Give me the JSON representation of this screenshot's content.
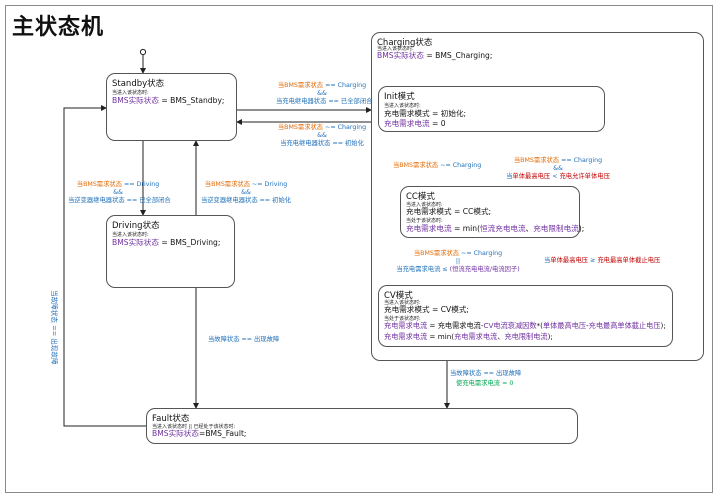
{
  "title": "主状态机",
  "states": {
    "standby": {
      "name": "Standby状态",
      "entry": "当进入该状态时:",
      "action_var": "BMS实际状态",
      "action_val": " = BMS_Standby;"
    },
    "charging": {
      "name": "Charging状态",
      "entry": "当进入该状态时:",
      "action_var": "BMS实际状态",
      "action_val": " = BMS_Charging;"
    },
    "init": {
      "name": "Init模式",
      "entry": "当进入该状态时:",
      "line1": "充电需求模式 = 初始化;",
      "line2_var": "充电需求电流",
      "line2_val": " = 0"
    },
    "cc": {
      "name": "CC模式",
      "entry": "当进入该状态时:",
      "line1": "充电需求模式 = CC模式;",
      "during": "当处于该状态时:",
      "line2_a": "充电需求电流",
      "line2_b": " = min(",
      "line2_c": "恒流充电电流",
      "line2_d": "、",
      "line2_e": "充电限制电流",
      "line2_f": ");"
    },
    "cv": {
      "name": "CV模式",
      "entry": "当进入该状态时:",
      "line1": "充电需求模式 = CV模式;",
      "during": "当处于该状态时:",
      "line2_a": "充电需求电流",
      "line2_b": " = 充电需求电流-",
      "line2_c": "CV电流衰减因数",
      "line2_d": "*(",
      "line2_e": "单体最高电压",
      "line2_f": "-",
      "line2_g": "充电最高单体截止电压",
      "line2_h": ");",
      "line3_a": "充电需求电流",
      "line3_b": " = min(",
      "line3_c": "充电需求电流",
      "line3_d": "、",
      "line3_e": "充电限制电流",
      "line3_f": ");"
    },
    "driving": {
      "name": "Driving状态",
      "entry": "当进入该状态时:",
      "action_var": "BMS实际状态",
      "action_val": " = BMS_Driving;"
    },
    "fault": {
      "name": "Fault状态",
      "entry": "当进入该状态时 || 已经处于该状态时:",
      "action_var": "BMS实际状态",
      "action_val": "=BMS_Fault;"
    }
  },
  "transitions": {
    "standby_to_charging": {
      "l1_a": "当BMS需求状态",
      "l1_b": " == Charging",
      "l2": "&&",
      "l3": "当充电继电器状态 == 已全部闭合"
    },
    "charging_to_standby": {
      "l1_a": "当BMS需求状态",
      "l1_b": " ~= Charging",
      "l2": "&&",
      "l3": "当充电继电器状态 == 初始化"
    },
    "standby_to_driving": {
      "l1_a": "当BMS需求状态",
      "l1_b": " == Driving",
      "l2": "&&",
      "l3": "当逆变器继电器状态 == 已全部闭合"
    },
    "driving_to_standby": {
      "l1_a": "当BMS需求状态",
      "l1_b": " ~= Driving",
      "l2": "&&",
      "l3": "当逆变器继电器状态 == 初始化"
    },
    "cc_to_init": {
      "l1_a": "当BMS需求状态",
      "l1_b": " ~= Charging"
    },
    "init_to_cc": {
      "l1_a": "当BMS需求状态",
      "l1_b": " == Charging",
      "l2": "&&",
      "l3_a": "当",
      "l3_b": "单体最高电压",
      "l3_c": " < ",
      "l3_d": "充电允许单体电压"
    },
    "cv_to_init": {
      "l1_a": "当BMS需求状态",
      "l1_b": " ~= Charging",
      "l2": "||",
      "l3_a": "当充电需求电流 ≤ ",
      "l3_b": "(恒流充电电流/电流因子)"
    },
    "cc_to_cv": {
      "l1_a": "当",
      "l1_b": "单体最高电压",
      "l1_c": " ≥ ",
      "l1_d": "充电最高单体截止电压"
    },
    "driving_to_fault": {
      "l1": "当故障状态 == 出现故障"
    },
    "charging_to_fault": {
      "l1": "当故障状态 == 出现故障",
      "l2_a": "使",
      "l2_b": "充电需求电流",
      "l2_c": " = 0"
    },
    "fault_to_standby": {
      "l1": "当故障状态 == 出现故障"
    }
  }
}
